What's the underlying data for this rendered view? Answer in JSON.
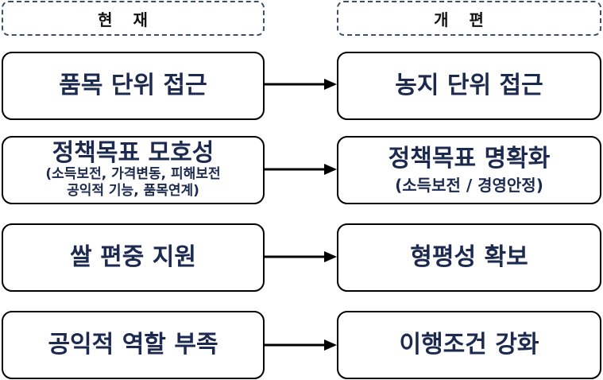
{
  "headers": {
    "current": "현재",
    "reform": "개편"
  },
  "rows": [
    {
      "current": {
        "title": "품목 단위 접근",
        "sub": []
      },
      "reform": {
        "title": "농지 단위 접근",
        "sub": []
      }
    },
    {
      "current": {
        "title": "정책목표 모호성",
        "sub": [
          "(소득보전, 가격변동, 피해보전",
          "공익적 기능, 품목연계)"
        ]
      },
      "reform": {
        "title": "정책목표 명확화",
        "sub": [
          "(소득보전 / 경영안정)"
        ]
      }
    },
    {
      "current": {
        "title": "쌀 편중 지원",
        "sub": []
      },
      "reform": {
        "title": "형평성 확보",
        "sub": []
      }
    },
    {
      "current": {
        "title": "공익적 역할 부족",
        "sub": []
      },
      "reform": {
        "title": "이행조건 강화",
        "sub": []
      }
    }
  ]
}
